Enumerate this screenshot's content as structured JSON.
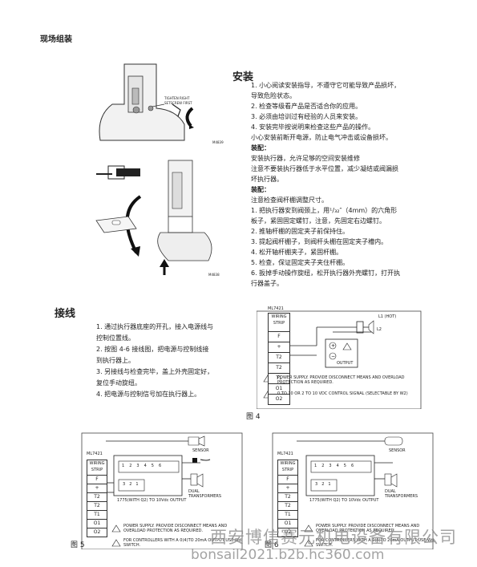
{
  "top_heading": "现场组装",
  "install": {
    "heading": "安装",
    "lines": [
      "1. 小心阅读安装指导，不遵守它可能导致产品损坏，",
      "导致危险状态。",
      "2. 检查等级看产品是否适合你的应用。",
      "3. 必须由培训过有经验的人员来安装。",
      "4. 安装完毕按说明来检查这些产品的操作。",
      "小心安装前断开电源，防止电气冲击或设备损坏。",
      "装配：",
      "安装执行器，允许足够的空间安装维修",
      "注意不要装执行器低于水平位置，减少凝结或阀漏损",
      "坏执行器。",
      "装配：",
      "注意检查阀杆棚调整尺寸。",
      "1. 把执行器安到阀颈上，用¹/₃₂″（4mm）的六角形",
      "板子，紧固固定螺钉，注意，先固定右边螺钉。",
      "2. 推轴杆棚的固定夹子前保持住。",
      "3. 提起阀杆棚子，到阀杆头棚在固定夹子槽内。",
      "4. 松开轴杆棚夹子，紧固杆棚。",
      "5. 检查，保证固定夹子夹住杆棚。",
      "6. 扳掉手动操作旋纽，松开执行器外壳螺钉，打开执",
      "行器盖子。"
    ]
  },
  "wiring": {
    "heading": "接线",
    "lines": [
      "1. 通过执行器底座的开孔，接入电源线与",
      "控制位置线。",
      "2. 按图 4-6 接线图，把电源与控制线接",
      "到执行器上。",
      "3. 另接线与检查完毕，盖上外壳固定好，",
      "复位手动旋纽。",
      "4. 把电源与控制信号加在执行器上。"
    ]
  },
  "fig_top_left": {
    "note": "TIGHTEN RIGHT SETSCREW FIRST",
    "code": "M4839"
  },
  "fig_mid_left": {
    "code": "M4838"
  },
  "fig4": {
    "caption": "图 4",
    "model": "ML7421",
    "strip_title": "WIRING STRIP",
    "terminals": [
      "F",
      "+",
      "T2",
      "T2",
      "T1",
      "O1",
      "O2"
    ],
    "l1": "L1 (HOT)",
    "l2": "L2",
    "output": "OUTPUT",
    "note1": "POWER SUPPLY. PROVIDE DISCONNECT MEANS AND OVERLOAD PROTECTION AS REQUIRED.",
    "note2": "0 TO 10 OR 2 TO 10 VDC CONTROL SIGNAL (SELECTABLE BY W2)"
  },
  "fig5": {
    "caption": "图 5",
    "model": "ML7421",
    "strip_title": "WIRING STRIP",
    "terminals": [
      "F",
      "+",
      "T2",
      "T2",
      "T1",
      "O1",
      "O2"
    ],
    "sensor": "SENSOR",
    "dual": "DUAL TRANSFORMERS",
    "ctrl_label": "1775(WITH Q2) TO 10Vdc OUTPUT",
    "top_nums": [
      "1",
      "2",
      "3",
      "4",
      "5",
      "6"
    ],
    "bot_nums": [
      "3",
      "2",
      "1"
    ],
    "note1": "POWER SUPPLY. PROVIDE DISCONNECT MEANS AND OVERLOAD PROTECTION AS REQUIRED.",
    "note2": "FOR CONTROLLERS WITH A 0(4)TO 20mA OUTPUT USE Wd SWITCH."
  },
  "fig6": {
    "caption": "图 6",
    "model": "ML7421",
    "strip_title": "WIRING STRIP",
    "terminals": [
      "F",
      "+",
      "T2",
      "T2",
      "T1",
      "O1",
      "O2"
    ],
    "sensor": "SENSOR",
    "dual": "DUAL TRANSFORMERS",
    "ctrl_label": "1775(WITH Q2) TO 10Vdc OUTPUT",
    "top_nums": [
      "1",
      "2",
      "3",
      "4",
      "5",
      "6"
    ],
    "bot_nums": [
      "3",
      "2",
      "1"
    ],
    "note1": "POWER SUPPLY. PROVIDE DISCONNECT MEANS AND OVERLOAD PROTECTION AS REQUIRED.",
    "note2": "FOR CONTROLLERS WITH A 0(4)TO 20mA OUTPUT USE Wd SWITCH."
  },
  "watermark": {
    "company": "西安博信赛元机电设备有限公司",
    "url": "bonsail2021.b2b.hc360.com"
  }
}
